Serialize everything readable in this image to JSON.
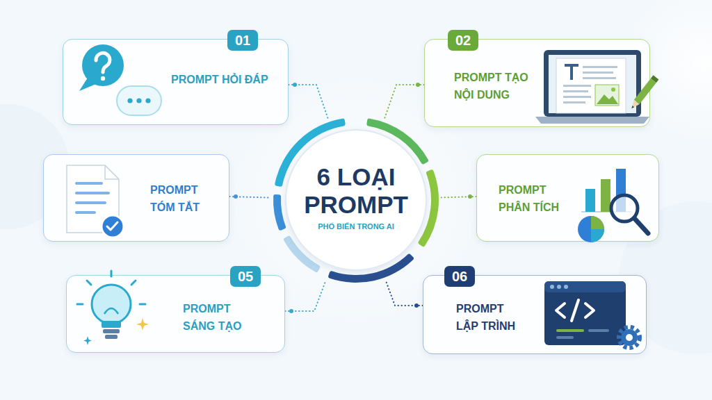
{
  "diagram": {
    "nodes": [
      {
        "text": [
          "01",
          "PROMPT HỎI ĐÁP"
        ]
      },
      {
        "text": [
          "02",
          "PROMPT TẠO NỘI DUNG"
        ]
      },
      {
        "text": [
          "PROMPT TÓM TẮT"
        ]
      },
      {
        "text": [
          "6 LOẠI PROMPT",
          "PHỔ BIẾN TRONG AI"
        ]
      },
      {
        "text": [
          "PROMPT PHÂN TÍCH"
        ]
      },
      {
        "text": [
          "05",
          "PROMPT SÁNG TẠO"
        ]
      },
      {
        "text": [
          "06",
          "PROMPT LẬP TRÌNH"
        ]
      }
    ],
    "edges": [
      {
        "from": 0,
        "to": 3,
        "arrow": "none"
      },
      {
        "from": 1,
        "to": 3,
        "arrow": "none"
      },
      {
        "from": 2,
        "to": 3,
        "arrow": "none"
      },
      {
        "from": 4,
        "to": 3,
        "arrow": "none"
      },
      {
        "from": 5,
        "to": 3,
        "arrow": "none"
      },
      {
        "from": 6,
        "to": 3,
        "arrow": "none"
      }
    ]
  }
}
